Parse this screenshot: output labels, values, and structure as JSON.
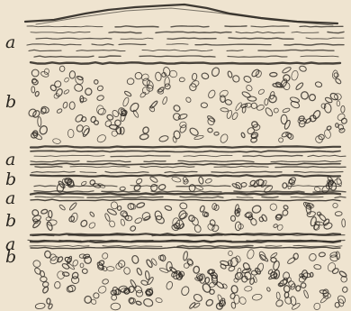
{
  "diagram": {
    "layers": [
      {
        "label": "a",
        "kind": "fine-laminated"
      },
      {
        "label": "b",
        "kind": "coarse-pebbly"
      },
      {
        "label": "a",
        "kind": "fine-laminated"
      },
      {
        "label": "b",
        "kind": "coarse-pebbly"
      },
      {
        "label": "a",
        "kind": "fine-laminated"
      },
      {
        "label": "b",
        "kind": "coarse-pebbly"
      },
      {
        "label": "a",
        "kind": "fine-laminated"
      },
      {
        "label": "b",
        "kind": "coarse-pebbly"
      }
    ],
    "colors": {
      "paper": "#efe4d0",
      "ink": "#2a2620"
    }
  }
}
